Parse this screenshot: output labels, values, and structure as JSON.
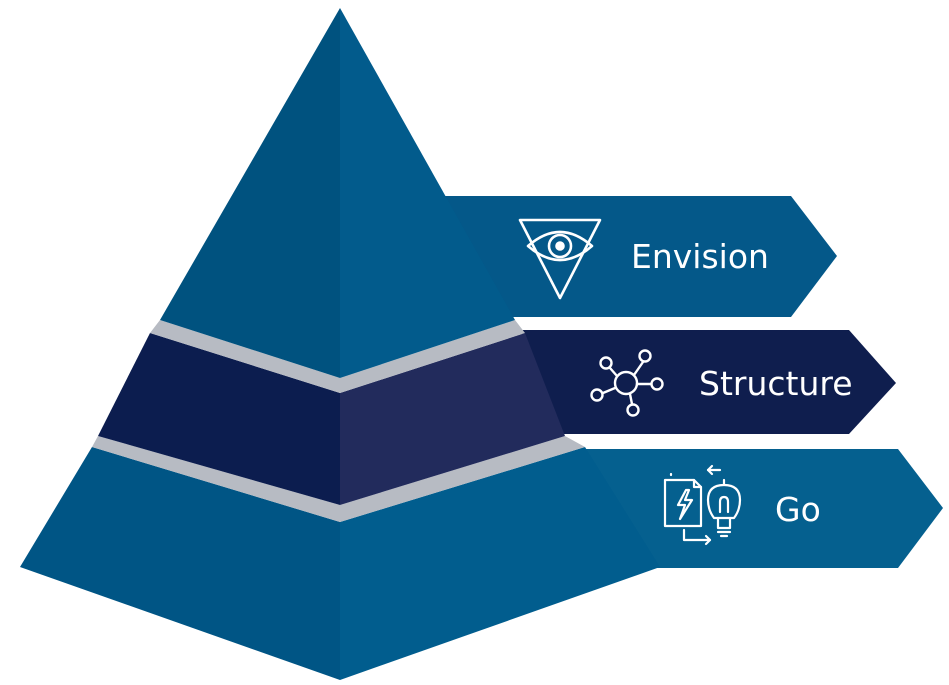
{
  "tiers": [
    {
      "key": "envision",
      "label": "Envision",
      "icon": "eye-in-triangle-icon"
    },
    {
      "key": "structure",
      "label": "Structure",
      "icon": "network-nodes-icon"
    },
    {
      "key": "go",
      "label": "Go",
      "icon": "document-lightbulb-icon"
    }
  ],
  "colors": {
    "top_left": "#00527f",
    "top_right": "#025b8c",
    "middle_left": "#0c1d4f",
    "middle_right": "#222b5c",
    "bottom_left": "#005585",
    "bottom_right": "#015d8e",
    "separator": "#b7bbc3",
    "banner_envision": "#045889",
    "banner_structure": "#0f1e4e",
    "banner_go": "#05608f",
    "icon_stroke": "#ffffff"
  }
}
